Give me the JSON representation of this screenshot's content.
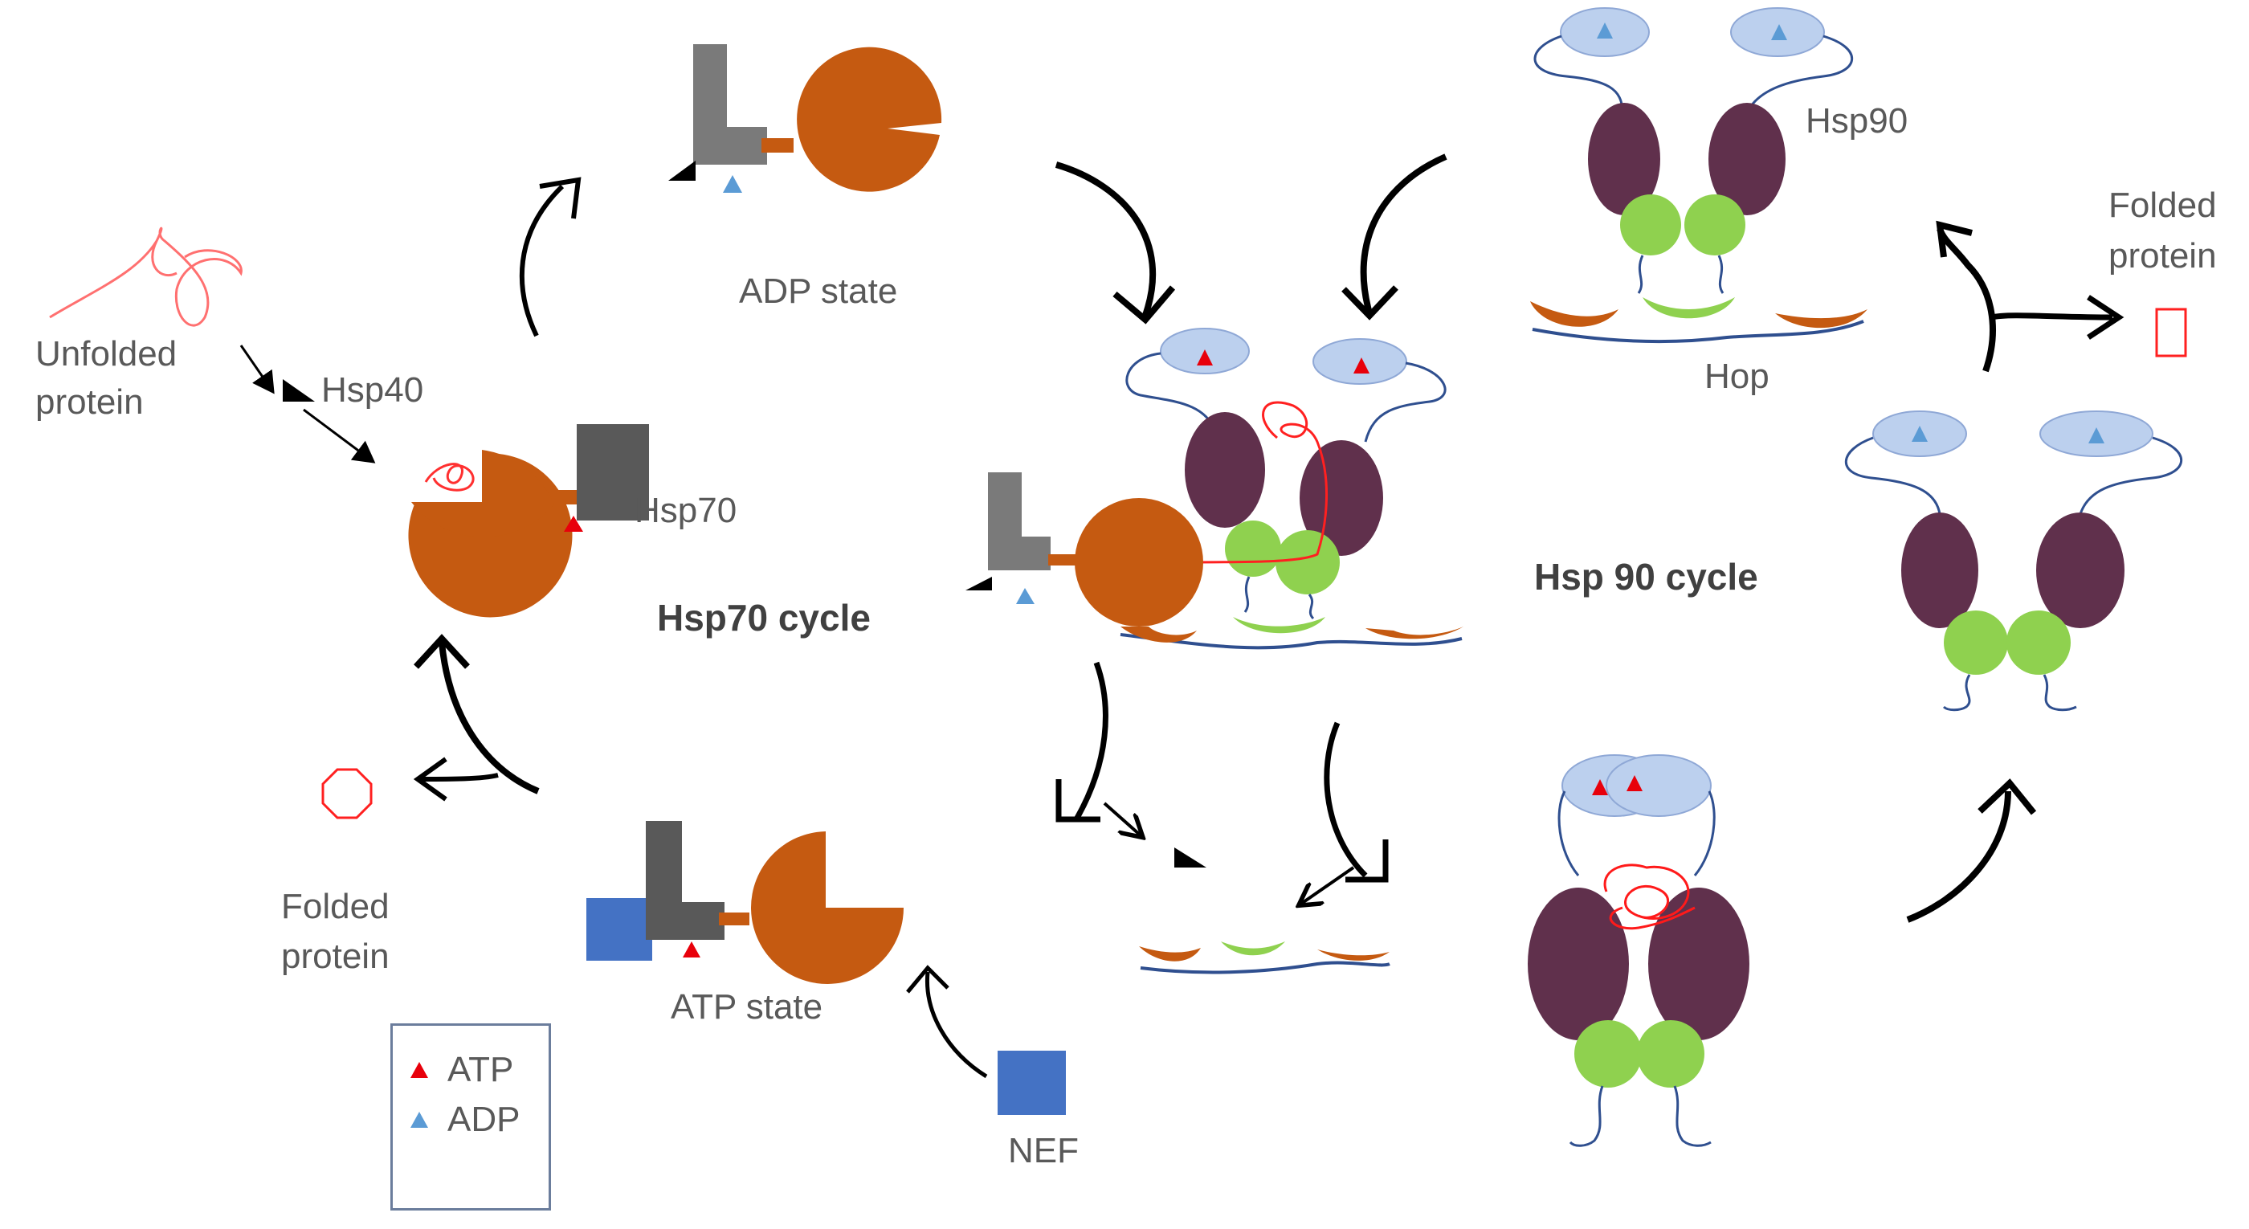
{
  "labels": {
    "unfolded_protein_1": "Unfolded",
    "unfolded_protein_2": "protein",
    "hsp40": "Hsp40",
    "hsp70": "Hsp70",
    "hsp70_cycle": "Hsp70 cycle",
    "adp_state": "ADP state",
    "atp_state": "ATP state",
    "folded_protein_left_1": "Folded",
    "folded_protein_left_2": "protein",
    "nef": "NEF",
    "hsp90": "Hsp90",
    "hop": "Hop",
    "hsp90_cycle": "Hsp 90 cycle",
    "folded_protein_right_1": "Folded",
    "folded_protein_right_2": "protein"
  },
  "legend": {
    "atp": "ATP",
    "adp": "ADP",
    "atp_color": "#e8000b",
    "adp_color": "#5b9bd5"
  },
  "colors": {
    "hsp70_nbd": "#c55a11",
    "hsp70_lid": "#7a7a7a",
    "hsp90_ntd_lobe": "#bcd0ee",
    "hsp90_md": "#60304c",
    "hsp90_ctd": "#8fd14f",
    "hop": "#c55a11",
    "nef": "#4472c4",
    "client": "#ff0000"
  }
}
